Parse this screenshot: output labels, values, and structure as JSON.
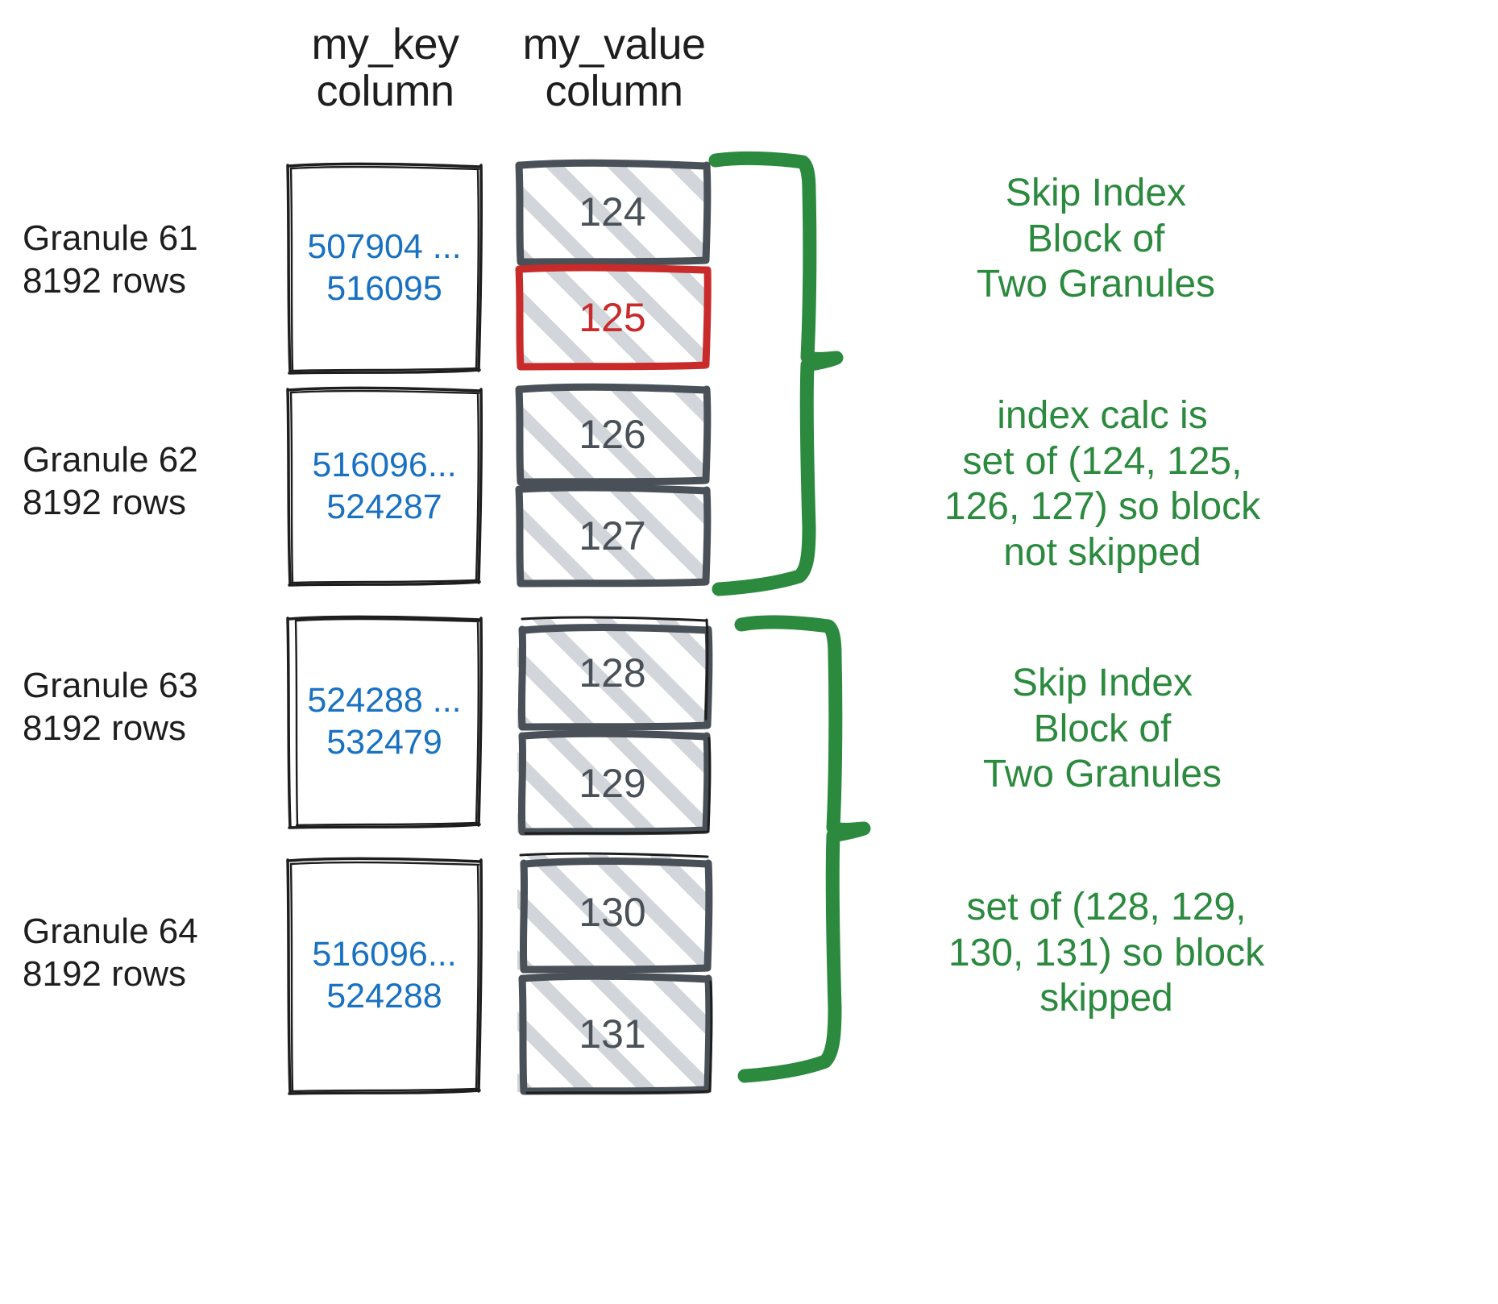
{
  "headers": {
    "key_column": "my_key\ncolumn",
    "value_column": "my_value\ncolumn"
  },
  "colors": {
    "key_text": "#1971c2",
    "value_text": "#495057",
    "highlight": "#c92a2a",
    "annotation": "#2b8a3e",
    "box_stroke": "#1e1e1e",
    "value_box_stroke": "#495057",
    "hatch": "#adb5bd"
  },
  "granules": [
    {
      "label": "Granule 61\n8192 rows",
      "key_range": "507904 ...\n516095",
      "values": [
        {
          "text": "124",
          "highlight": false
        },
        {
          "text": "125",
          "highlight": true
        }
      ]
    },
    {
      "label": "Granule 62\n8192 rows",
      "key_range": "516096...\n524287",
      "values": [
        {
          "text": "126",
          "highlight": false
        },
        {
          "text": "127",
          "highlight": false
        }
      ]
    },
    {
      "label": "Granule 63\n8192 rows",
      "key_range": "524288 ...\n532479",
      "values": [
        {
          "text": "128",
          "highlight": false
        },
        {
          "text": "129",
          "highlight": false
        }
      ]
    },
    {
      "label": "Granule 64\n8192 rows",
      "key_range": "516096...\n524288",
      "values": [
        {
          "text": "130",
          "highlight": false
        },
        {
          "text": "131",
          "highlight": false
        }
      ]
    }
  ],
  "annotations": [
    {
      "text": "Skip Index\nBlock of\nTwo Granules"
    },
    {
      "text": "index calc is\nset of (124, 125,\n126, 127) so block\nnot skipped"
    },
    {
      "text": "Skip Index\nBlock of\nTwo Granules"
    },
    {
      "text": "set of (128, 129,\n130, 131) so block\nskipped"
    }
  ]
}
